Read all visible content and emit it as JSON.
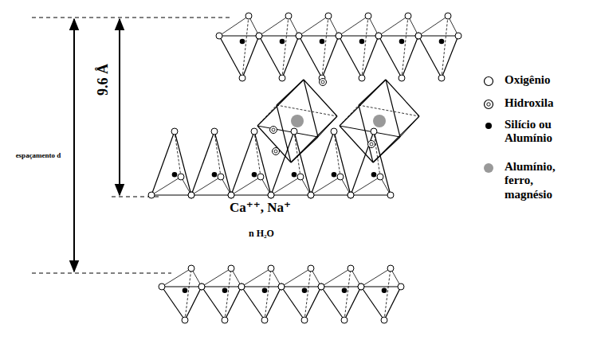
{
  "diagram": {
    "labels": [
      "espaçamento d",
      "9.6 Å",
      "Ca⁺⁺, Na⁺",
      "n H₂O"
    ],
    "legend": [
      {
        "text": "Oxigênio"
      },
      {
        "text": "Hidroxila"
      },
      {
        "text": "Silício ou Alumínio",
        "color": "#000000"
      },
      {
        "text": "Alumínio, ferro, magnésio",
        "color": "#999999"
      }
    ]
  }
}
